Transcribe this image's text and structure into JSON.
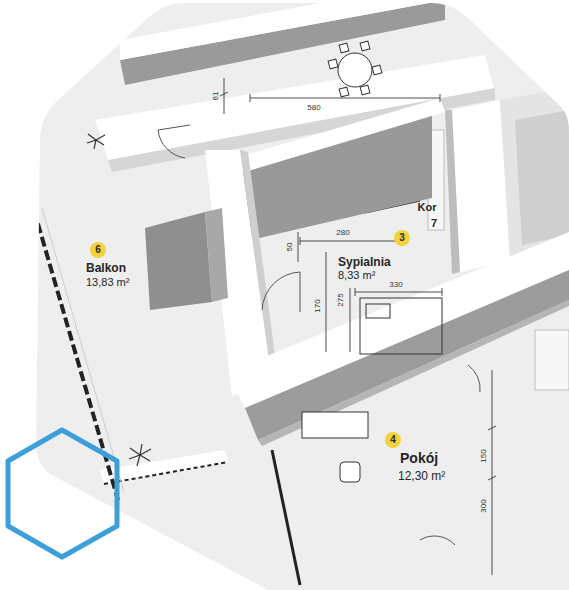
{
  "diagram": {
    "nodes": [
      {
        "text": [
          "Balkon",
          "13,83 m²"
        ]
      },
      {
        "text": [
          "6"
        ],
        "in": 0
      },
      {
        "text": [
          "Sypialnia",
          "8,33 m²"
        ]
      },
      {
        "text": [
          "3"
        ],
        "in": 2
      },
      {
        "text": [
          "Pokój",
          "12,30 m²"
        ]
      },
      {
        "text": [
          "4"
        ],
        "in": 4
      }
    ],
    "labels": [
      "61",
      "580",
      "Kor",
      "7",
      "280",
      "50",
      "170",
      "275",
      "330",
      "150",
      "300"
    ]
  }
}
